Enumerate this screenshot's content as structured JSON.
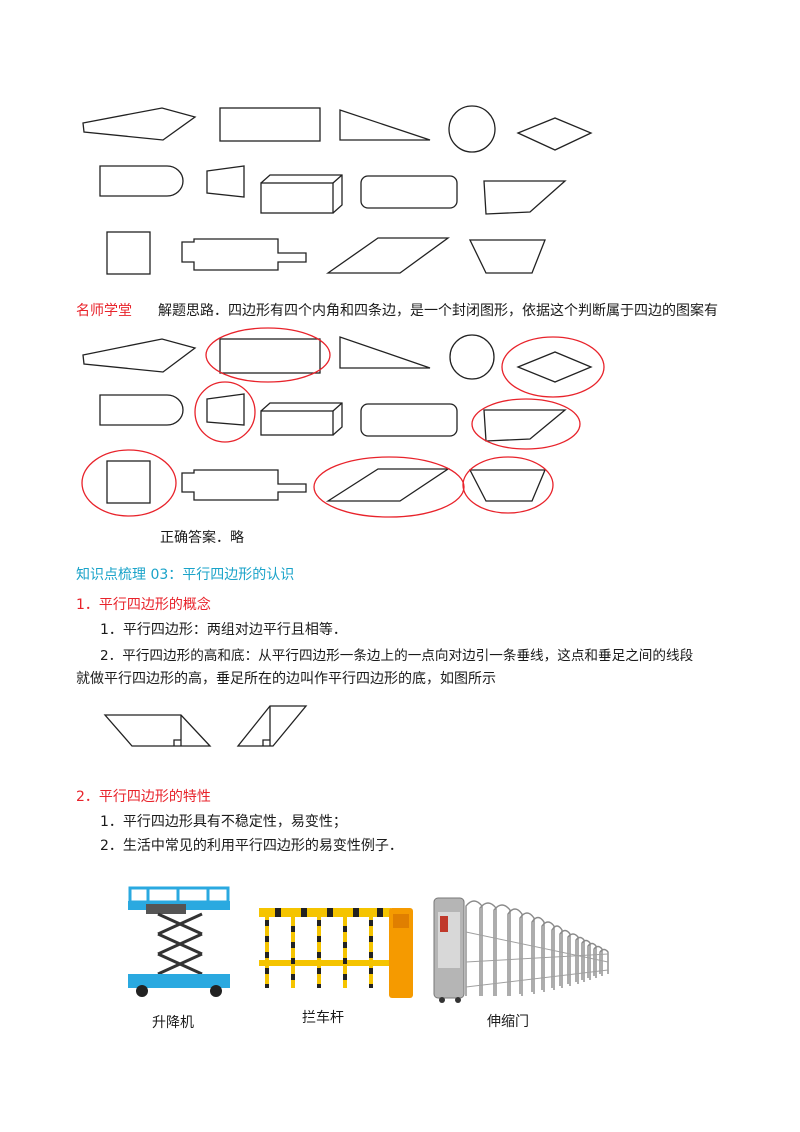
{
  "teacher_label": "名师学堂",
  "solution_text": "解题思路．四边形有四个内角和四条边，是一个封闭图形，依据这个判断属于四边的图案有",
  "answer_text": "正确答案．略",
  "section_title": "知识点梳理 03：平行四边形的认识",
  "concept": {
    "heading": "1．平行四边形的概念",
    "item1": "1．平行四边形：两组对边平行且相等．",
    "item2_line1": "2．平行四边形的高和底：从平行四边形一条边上的一点向对边引一条垂线，这点和垂足之间的线段",
    "item2_line2": "就做平行四边形的高，垂足所在的边叫作平行四边形的底，如图所示"
  },
  "property": {
    "heading": "2．平行四边形的特性",
    "item1": "1．平行四边形具有不稳定性，易变性；",
    "item2": "2．生活中常见的利用平行四边形的易变性例子．"
  },
  "examples": [
    {
      "caption": "升降机"
    },
    {
      "caption": "拦车杆"
    },
    {
      "caption": "伸缩门"
    }
  ],
  "colors": {
    "red": "#e8232b",
    "teal": "#1aa3c9",
    "lift_blue": "#2aa9e0",
    "barrier_yellow": "#f5c400"
  }
}
